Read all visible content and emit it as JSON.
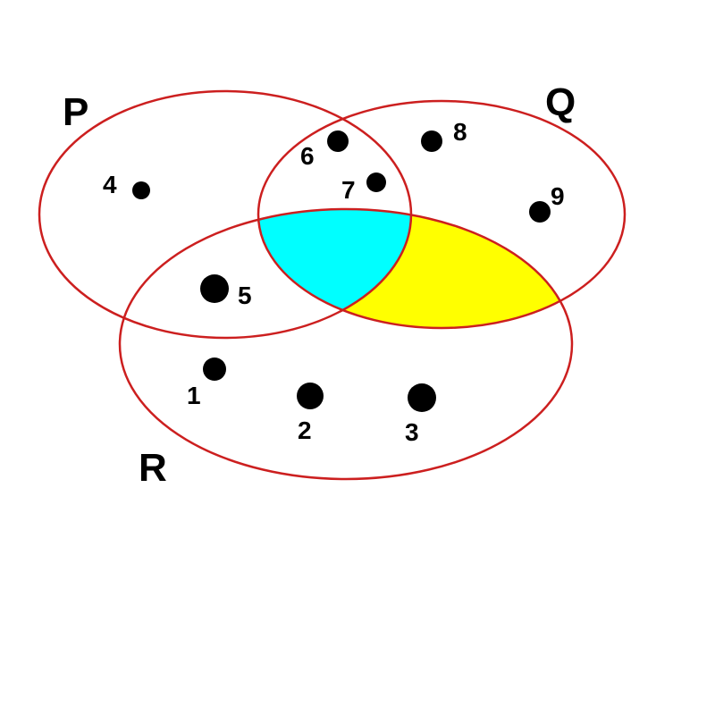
{
  "sets": [
    {
      "id": "P",
      "label": "P"
    },
    {
      "id": "Q",
      "label": "Q"
    },
    {
      "id": "R",
      "label": "R"
    }
  ],
  "points": [
    {
      "label": "1",
      "region": "R only"
    },
    {
      "label": "2",
      "region": "R only"
    },
    {
      "label": "3",
      "region": "R only"
    },
    {
      "label": "4",
      "region": "P only"
    },
    {
      "label": "5",
      "region": "P and R"
    },
    {
      "label": "6",
      "region": "P and Q"
    },
    {
      "label": "7",
      "region": "P and Q"
    },
    {
      "label": "8",
      "region": "Q only"
    },
    {
      "label": "9",
      "region": "Q only"
    }
  ],
  "shaded_regions": [
    {
      "region": "P and Q and R",
      "color": "#00ffff"
    },
    {
      "region": "Q and R only",
      "color": "#ffff00"
    }
  ],
  "colors": {
    "outline": "#cc1f1f",
    "dot": "#000000",
    "background": "#ffffff"
  }
}
